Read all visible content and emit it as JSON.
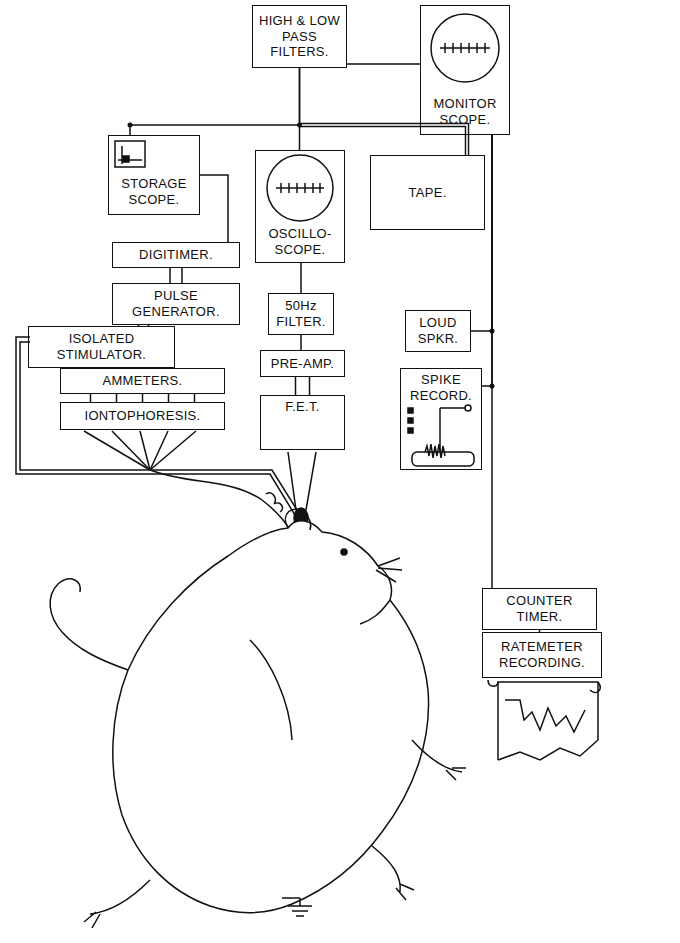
{
  "diagram": {
    "nodes": [
      {
        "text": [
          "HIGH & LOW PASS FILTERS."
        ]
      },
      {
        "text": [
          "MONITOR SCOPE."
        ]
      },
      {
        "text": [
          "STORAGE SCOPE."
        ]
      },
      {
        "text": [
          "OSCILLO-SCOPE."
        ]
      },
      {
        "text": [
          "TAPE."
        ]
      },
      {
        "text": [
          "DIGITIMER."
        ]
      },
      {
        "text": [
          "PULSE GENERATOR."
        ]
      },
      {
        "text": [
          "ISOLATED STIMULATOR."
        ]
      },
      {
        "text": [
          "50Hz FILTER."
        ]
      },
      {
        "text": [
          "LOUD SPKR."
        ]
      },
      {
        "text": [
          "SPIKE RECORD."
        ]
      },
      {
        "text": [
          "AMMETERS."
        ]
      },
      {
        "text": [
          "IONTOPHORESIS."
        ]
      },
      {
        "text": [
          "PRE-AMP."
        ]
      },
      {
        "text": [
          "F.E.T."
        ]
      },
      {
        "text": [
          "COUNTER TIMER."
        ]
      },
      {
        "text": [
          "RATEMETER RECORDING."
        ]
      }
    ],
    "edges": [
      {
        "from": 0,
        "to": 1,
        "arrow": "none"
      },
      {
        "from": 0,
        "to": 2,
        "arrow": "none"
      },
      {
        "from": 0,
        "to": 3,
        "arrow": "none"
      },
      {
        "from": 0,
        "to": 4,
        "arrow": "none"
      },
      {
        "from": 2,
        "to": 5,
        "arrow": "none"
      },
      {
        "from": 5,
        "to": 6,
        "arrow": "none"
      },
      {
        "from": 6,
        "to": 7,
        "arrow": "none"
      },
      {
        "from": 3,
        "to": 8,
        "arrow": "none"
      },
      {
        "from": 8,
        "to": 13,
        "arrow": "none"
      },
      {
        "from": 13,
        "to": 14,
        "arrow": "none"
      },
      {
        "from": 11,
        "to": 12,
        "arrow": "none"
      },
      {
        "from": 1,
        "to": 9,
        "arrow": "none"
      },
      {
        "from": 1,
        "to": 10,
        "arrow": "none"
      },
      {
        "from": 1,
        "to": 15,
        "arrow": "none"
      },
      {
        "from": 15,
        "to": 16,
        "arrow": "none"
      }
    ]
  }
}
